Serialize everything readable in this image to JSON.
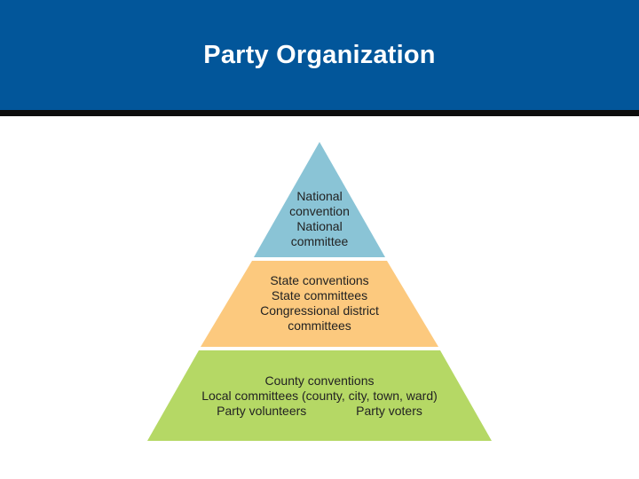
{
  "header": {
    "title": "Party Organization"
  },
  "colors": {
    "header_bg": "#02569a",
    "header_rule": "#0d0d0d",
    "tier_top": "#8ac4d6",
    "tier_middle": "#fcc97e",
    "tier_bottom": "#b5d865"
  },
  "pyramid": {
    "tiers": [
      {
        "lines": [
          "National",
          "convention",
          "National",
          "committee"
        ]
      },
      {
        "lines": [
          "State conventions",
          "State committees",
          "Congressional district",
          "committees"
        ]
      },
      {
        "lines": [
          "County conventions",
          "Local committees (county, city, town, ward)"
        ],
        "bottom_row": {
          "left": "Party volunteers",
          "right": "Party voters"
        }
      }
    ]
  }
}
